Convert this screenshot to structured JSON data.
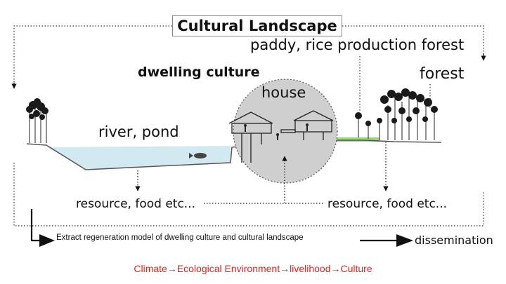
{
  "title": "Cultural Landscape",
  "labels": {
    "paddy": "paddy, rice production forest",
    "dwelling_culture": "dwelling culture",
    "forest": "forest",
    "house": "house",
    "river_pond": "river, pond",
    "resource_left": "resource, food etc...",
    "resource_right": "resource, food etc..."
  },
  "flow": {
    "extract": "Extract regeneration model of dwelling culture and cultural landscape",
    "dissemination": "dissemination"
  },
  "footer": "Climate→Ecological Environment→livelihood→Culture",
  "colors": {
    "water": "#d2e9f2",
    "circle_fill": "#cfcfcf",
    "paddy_green": "#9ed37a",
    "footer_red": "#e0231a"
  }
}
